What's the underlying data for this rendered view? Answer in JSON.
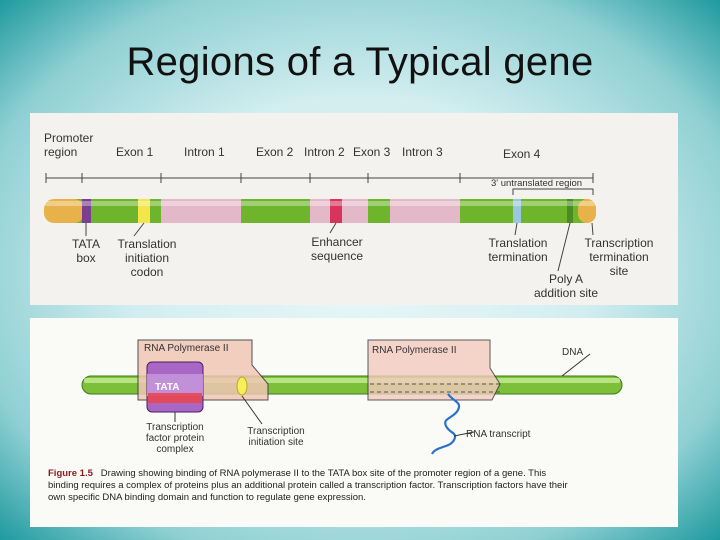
{
  "slide": {
    "title": "Regions of a Typical gene"
  },
  "top_panel": {
    "labels": {
      "promoter": [
        "Promoter",
        "region"
      ],
      "exon1": "Exon 1",
      "intron1": "Intron 1",
      "exon2": "Exon 2",
      "intron2": "Intron 2",
      "exon3": "Exon 3",
      "intron3": "Intron 3",
      "exon4": "Exon 4",
      "utr": "3' untranslated region",
      "tata": [
        "TATA",
        "box"
      ],
      "translation_init": [
        "Translation",
        "initiation",
        "codon"
      ],
      "enhancer": [
        "Enhancer",
        "sequence"
      ],
      "translation_term": [
        "Translation",
        "termination"
      ],
      "polya": [
        "Poly A",
        "addition site"
      ],
      "transcription_term": [
        "Transcription",
        "termination",
        "site"
      ]
    },
    "colors": {
      "exon": "#6fb52c",
      "intron": "#e3b8c8",
      "promoter": "#e8b24a",
      "tata": "#7a3f8f",
      "enhancer": "#d8335a",
      "init_codon": "#f2e64a",
      "term": "#9ac7e0"
    }
  },
  "bottom_panel": {
    "rnap_left": "RNA Polymerase II",
    "rnap_right": "RNA Polymerase II",
    "dna": "DNA",
    "tata": "TATA",
    "tf_complex": [
      "Transcription",
      "factor protein",
      "complex"
    ],
    "init_site": [
      "Transcription",
      "initiation site"
    ],
    "rna_transcript": "RNA transcript",
    "figure_label": "Figure 1.5",
    "caption_lines": [
      "Drawing showing binding of RNA polymerase II to the TATA box site of the promoter region of a gene. This",
      "binding requires a complex of proteins plus an additional protein called a transcription factor. Transcription factors have their",
      "own specific DNA binding domain and function to regulate gene expression."
    ]
  }
}
